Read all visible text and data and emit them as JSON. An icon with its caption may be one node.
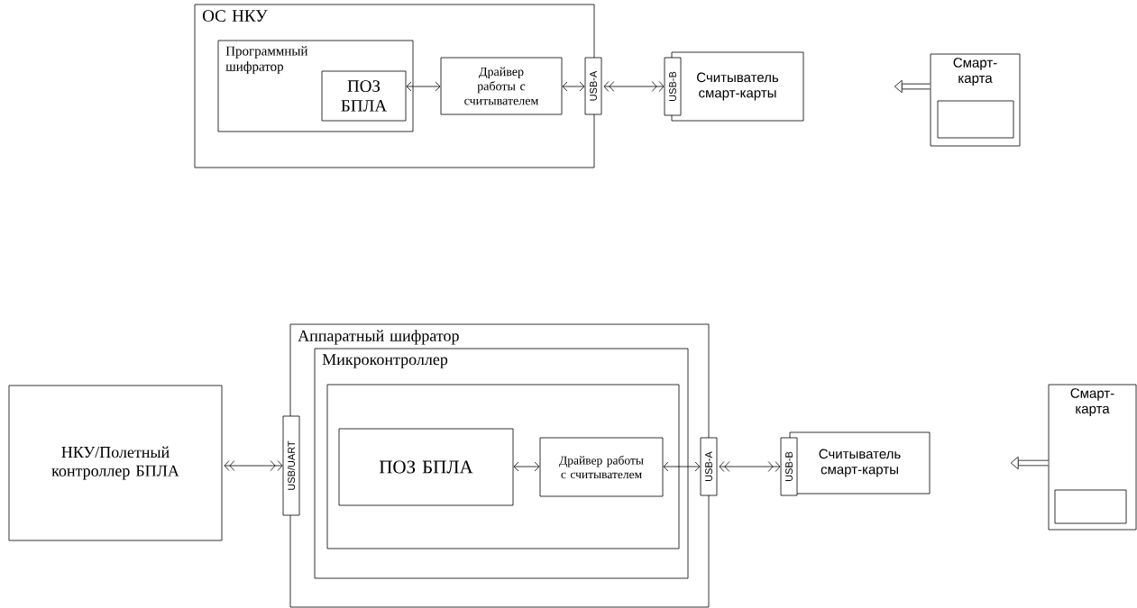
{
  "diagram": {
    "nodes": [
      {
        "text": [
          "ОС НКУ"
        ]
      },
      {
        "text": [
          "Программный шифратор"
        ],
        "in": 0
      },
      {
        "text": [
          "ПОЗ БПЛА"
        ],
        "in": 1
      },
      {
        "text": [
          "Драйвер работы с считывателем"
        ],
        "in": 0
      },
      {
        "text": [
          "USB-A"
        ]
      },
      {
        "text": [
          "USB-B"
        ]
      },
      {
        "text": [
          "Считыватель смарт-карты"
        ]
      },
      {
        "text": [
          "Смарт-карта"
        ]
      },
      {
        "text": [],
        "shape": "box",
        "in": 7
      },
      {
        "text": [
          "НКУ/Полетный контроллер БПЛА"
        ]
      },
      {
        "text": [
          "USB/UART"
        ]
      },
      {
        "text": [
          "Аппаратный шифратор"
        ]
      },
      {
        "text": [
          "Микроконтроллер"
        ],
        "in": 11
      },
      {
        "text": [],
        "shape": "box",
        "in": 12
      },
      {
        "text": [
          "ПОЗ БПЛА"
        ],
        "in": 13
      },
      {
        "text": [
          "Драйвер работы с считывателем"
        ],
        "in": 13
      },
      {
        "text": [
          "USB-A"
        ]
      },
      {
        "text": [
          "USB-B"
        ]
      },
      {
        "text": [
          "Считыватель смарт-карты"
        ]
      },
      {
        "text": [
          "Смарт-карта"
        ]
      },
      {
        "text": [],
        "shape": "box",
        "in": 19
      }
    ],
    "edges": [
      {
        "from": 2,
        "to": 3,
        "arrow": "both"
      },
      {
        "from": 3,
        "to": 4,
        "arrow": "both"
      },
      {
        "from": 4,
        "to": 5,
        "arrow": "both"
      },
      {
        "from": 7,
        "to": null,
        "arrow": "to",
        "style": "thick"
      },
      {
        "from": 9,
        "to": 10,
        "arrow": "both"
      },
      {
        "from": 14,
        "to": 15,
        "arrow": "both"
      },
      {
        "from": 15,
        "to": 16,
        "arrow": "both"
      },
      {
        "from": 16,
        "to": 17,
        "arrow": "both"
      },
      {
        "from": 19,
        "to": null,
        "arrow": "to",
        "style": "thick"
      }
    ]
  }
}
